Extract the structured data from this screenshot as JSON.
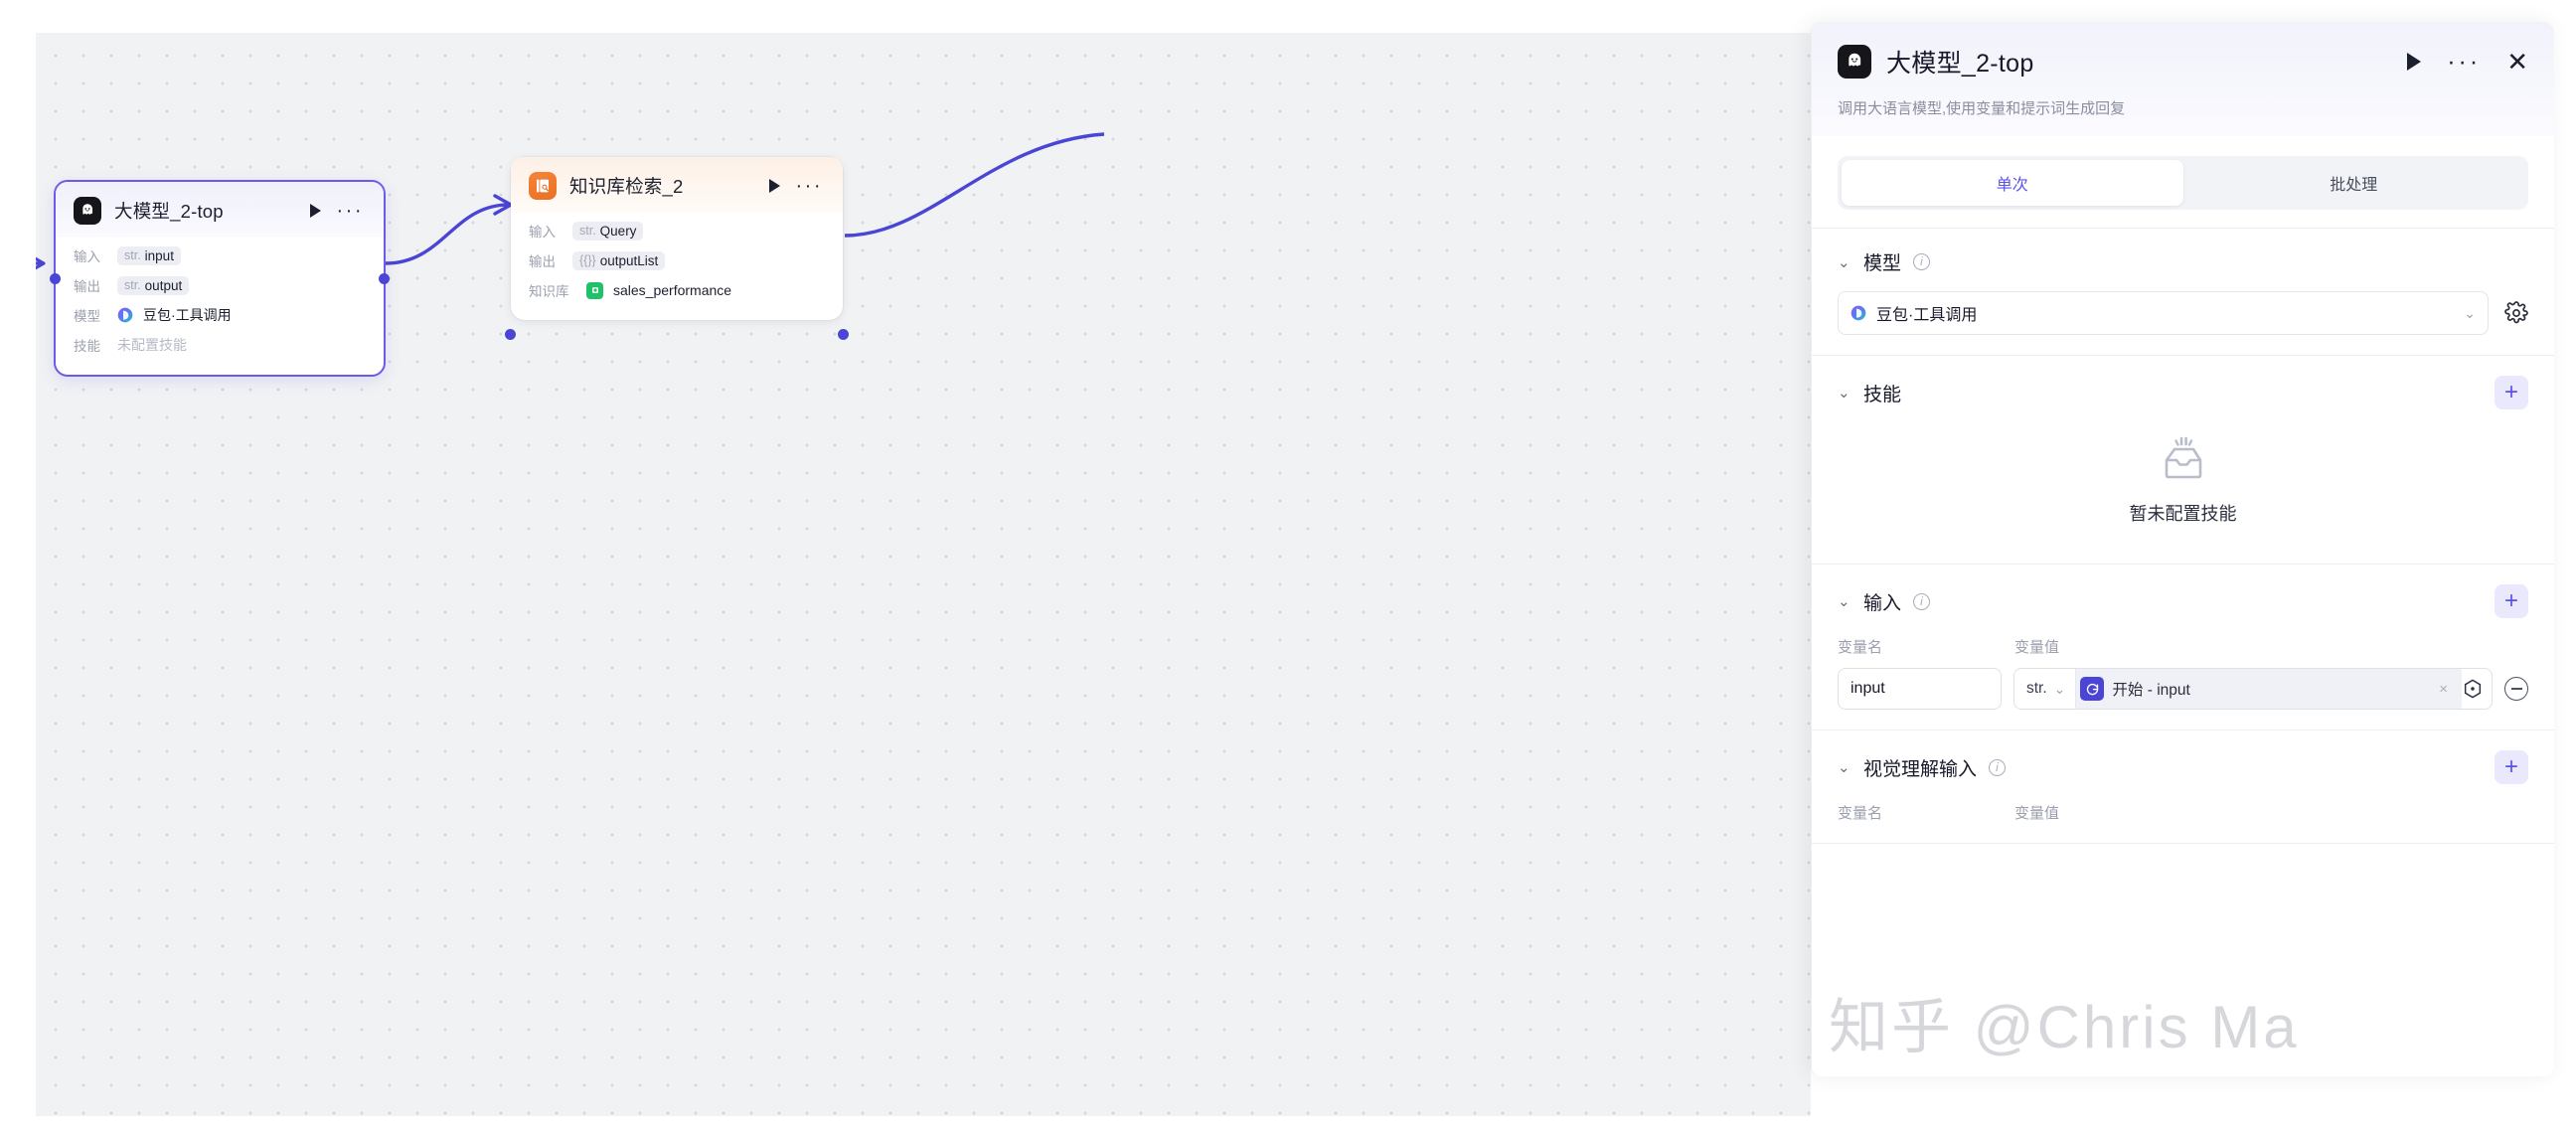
{
  "canvas": {
    "nodes": [
      {
        "id": "llm-node",
        "title": "大模型_2-top",
        "icon": "bot-face-icon",
        "rows": [
          {
            "label": "输入",
            "type": "str.",
            "value": "input",
            "kind": "pill"
          },
          {
            "label": "输出",
            "type": "str.",
            "value": "output",
            "kind": "pill"
          },
          {
            "label": "模型",
            "value": "豆包·工具调用",
            "kind": "model"
          },
          {
            "label": "技能",
            "value": "未配置技能",
            "kind": "muted"
          }
        ]
      },
      {
        "id": "kb-node",
        "title": "知识库检索_2",
        "icon": "knowledge-base-icon",
        "rows": [
          {
            "label": "输入",
            "type": "str.",
            "value": "Query",
            "kind": "pill"
          },
          {
            "label": "输出",
            "type": "{{}}",
            "value": "outputList",
            "kind": "pill"
          },
          {
            "label": "知识库",
            "value": "sales_performance",
            "kind": "kb"
          }
        ]
      }
    ]
  },
  "panel": {
    "title": "大模型_2-top",
    "icon": "bot-face-icon",
    "description": "调用大语言模型,使用变量和提示词生成回复",
    "actions": {
      "run": "run-icon",
      "more": "more-icon",
      "close": "close-icon"
    },
    "tabs": [
      {
        "label": "单次",
        "active": true
      },
      {
        "label": "批处理",
        "active": false
      }
    ],
    "sections": {
      "model": {
        "title": "模型",
        "has_info": true,
        "selected": "豆包·工具调用",
        "settings_icon": "gear-icon"
      },
      "skill": {
        "title": "技能",
        "has_info": false,
        "add_label": "+",
        "empty_text": "暂未配置技能",
        "empty_icon": "empty-tray-icon"
      },
      "input": {
        "title": "输入",
        "has_info": true,
        "add_label": "+",
        "columns": {
          "name": "变量名",
          "value": "变量值"
        },
        "rows": [
          {
            "name": "input",
            "type": "str.",
            "ref_source": "开始",
            "ref_separator": "-",
            "ref_field": "input",
            "clear_label": "×",
            "remove_label": "−"
          }
        ]
      },
      "vision": {
        "title": "视觉理解输入",
        "has_info": true,
        "add_label": "+",
        "columns": {
          "name": "变量名",
          "value": "变量值"
        }
      }
    }
  },
  "watermark": {
    "text": "知乎 @Chris Ma"
  },
  "colors": {
    "accent": "#5b52ea",
    "edge": "#4a45d4",
    "canvas_bg": "#f1f2f4",
    "node_llm_header": "#f0f0fb",
    "node_kb_header": "#fdf0e6",
    "kb_badge": "#21c16b"
  }
}
